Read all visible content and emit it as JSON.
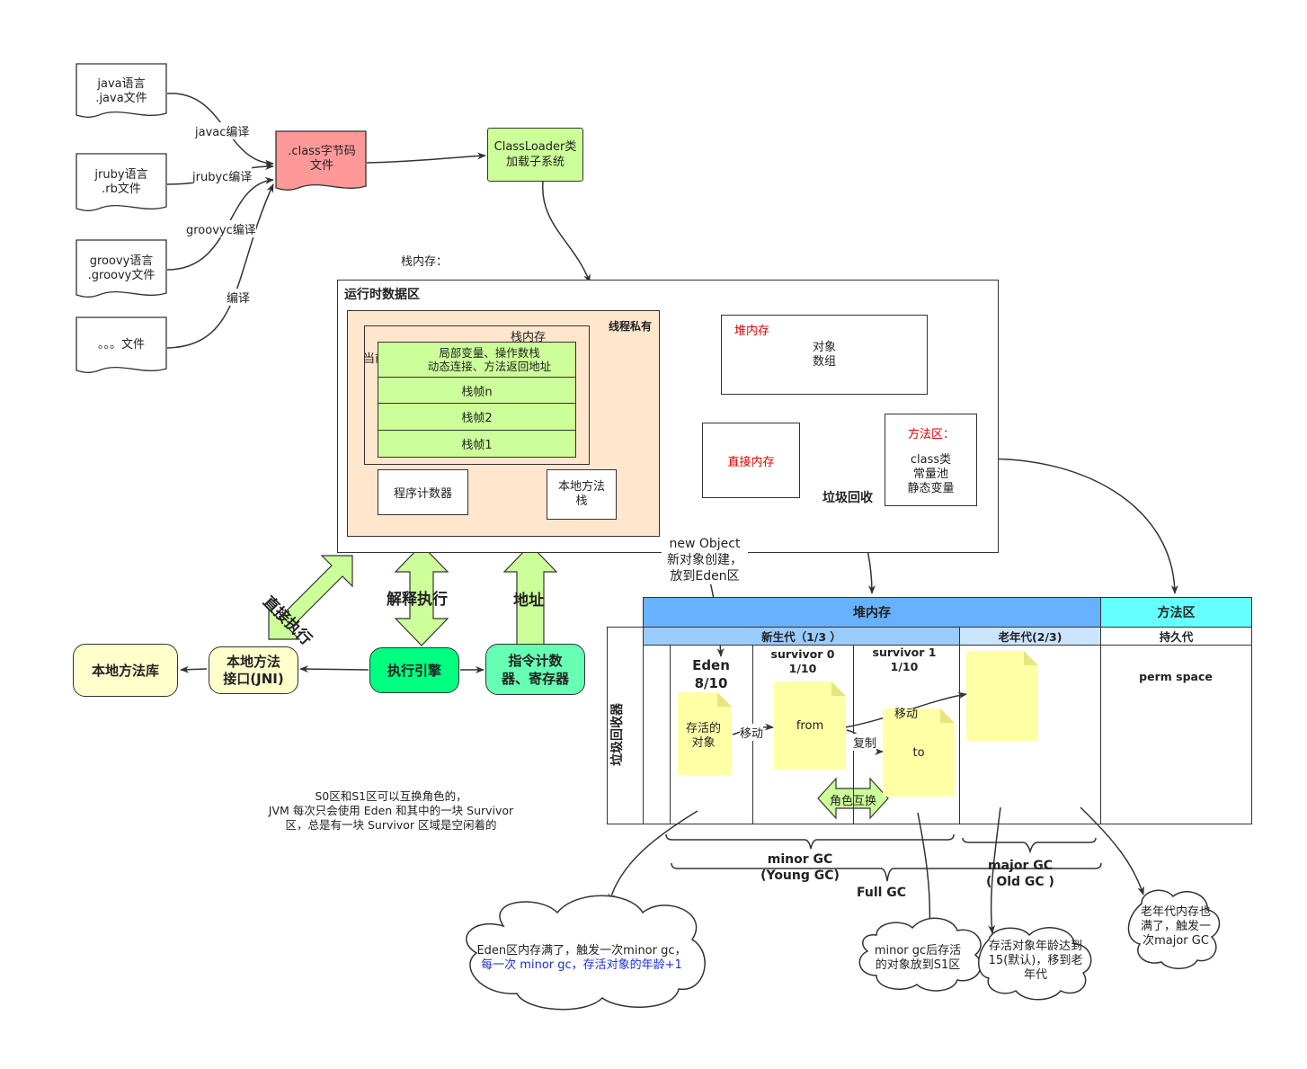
{
  "sources": [
    {
      "line1": "java语言",
      "line2": ".java文件",
      "edge": "javac编译"
    },
    {
      "line1": "jruby语言",
      "line2": ".rb文件",
      "edge": "jrubyc编译"
    },
    {
      "line1": "groovy语言",
      "line2": ".groovy文件",
      "edge": "groovyc编译"
    },
    {
      "line1": "。。。文件",
      "line2": "",
      "edge": "编译"
    }
  ],
  "class_file": ".class字节码文件",
  "classloader": {
    "line1": "ClassLoader类",
    "line2": "加载子系统"
  },
  "stack_memory_note": "栈内存：",
  "runtime": {
    "title": "运行时数据区",
    "thread_private": "线程私有",
    "stack_title": "栈内存",
    "current_frame": "当前栈帧",
    "frame_detail_1": "局部变量、操作数栈",
    "frame_detail_2": "动态连接、方法返回地址",
    "frames": [
      "栈帧n",
      "栈帧2",
      "栈帧1"
    ],
    "pc": "程序计数器",
    "native_stack": "本地方法栈",
    "heap_title": "堆内存",
    "heap_line1": "对象",
    "heap_line2": "数组",
    "direct_memory": "直接内存",
    "method_area_title": "方法区：",
    "method_area_items": [
      "class类",
      "常量池",
      "静态变量"
    ],
    "gc_label": "垃圾回收"
  },
  "new_object": {
    "line1": "new Object",
    "line2": "新对象创建，",
    "line3": "放到Eden区"
  },
  "arrows": {
    "direct_exec": "直接执行",
    "interpret": "解释执行",
    "address": "地址"
  },
  "native_lib": "本地方法库",
  "jni": {
    "line1": "本地方法",
    "line2": "接口(JNI)"
  },
  "engine": "执行引擎",
  "pc_register": {
    "line1": "指令计数",
    "line2": "器、寄存器"
  },
  "survivor_note": {
    "line1": "S0区和S1区可以互换角色的，",
    "line2": "JVM 每次只会使用 Eden 和其中的一块 Survivor",
    "line3": "区，总是有一块 Survivor 区域是空闲着的"
  },
  "gc_table": {
    "heap_header": "堆内存",
    "method_header": "方法区",
    "young": "新生代（1/3 ）",
    "old": "老年代(2/3)",
    "perm": "持久代",
    "side": "垃圾回收器",
    "eden": {
      "name": "Eden",
      "ratio": "8/10"
    },
    "s0": {
      "name": "survivor 0",
      "ratio": "1/10"
    },
    "s1": {
      "name": "survivor 1",
      "ratio": "1/10"
    },
    "perm_space": "perm space",
    "alive_note": "存活的\n对象",
    "from": "from",
    "to": "to",
    "move1": "移动",
    "move2": "移动",
    "copy": "复制",
    "swap": "角色互换"
  },
  "gc_braces": {
    "minor": "minor GC",
    "young": "(Young GC)",
    "major": "major GC",
    "old": "( Old GC )",
    "full": "Full GC"
  },
  "clouds": {
    "eden_full_1": "Eden区内存满了，触发一次minor gc，",
    "eden_full_2": "每一次 minor gc，存活对象的年龄+1",
    "minor_after_1": "minor gc后存活",
    "minor_after_2": "的对象放到S1区",
    "age_1": "存活对象年龄达到",
    "age_2": "15(默认)，移到老",
    "age_3": "年代",
    "old_full_1": "老年代内存也",
    "old_full_2": "满了，触发一",
    "old_full_3": "次major GC"
  },
  "colors": {
    "class_file": "#ff9999",
    "classloader": "#ccff99",
    "thread_private_bg": "#ffe6cc",
    "frame_green": "#ccff99",
    "big_arrow": "#ccff99",
    "engine": "#00ff80",
    "pc_register": "#66ffb3",
    "pale_yellow": "#ffffcc",
    "heap_blue": "#66b2ff",
    "method_cyan": "#66ffff",
    "young_blue": "#99ccff",
    "old_blue": "#cce5ff",
    "sticky_yellow": "#ffffa6"
  }
}
